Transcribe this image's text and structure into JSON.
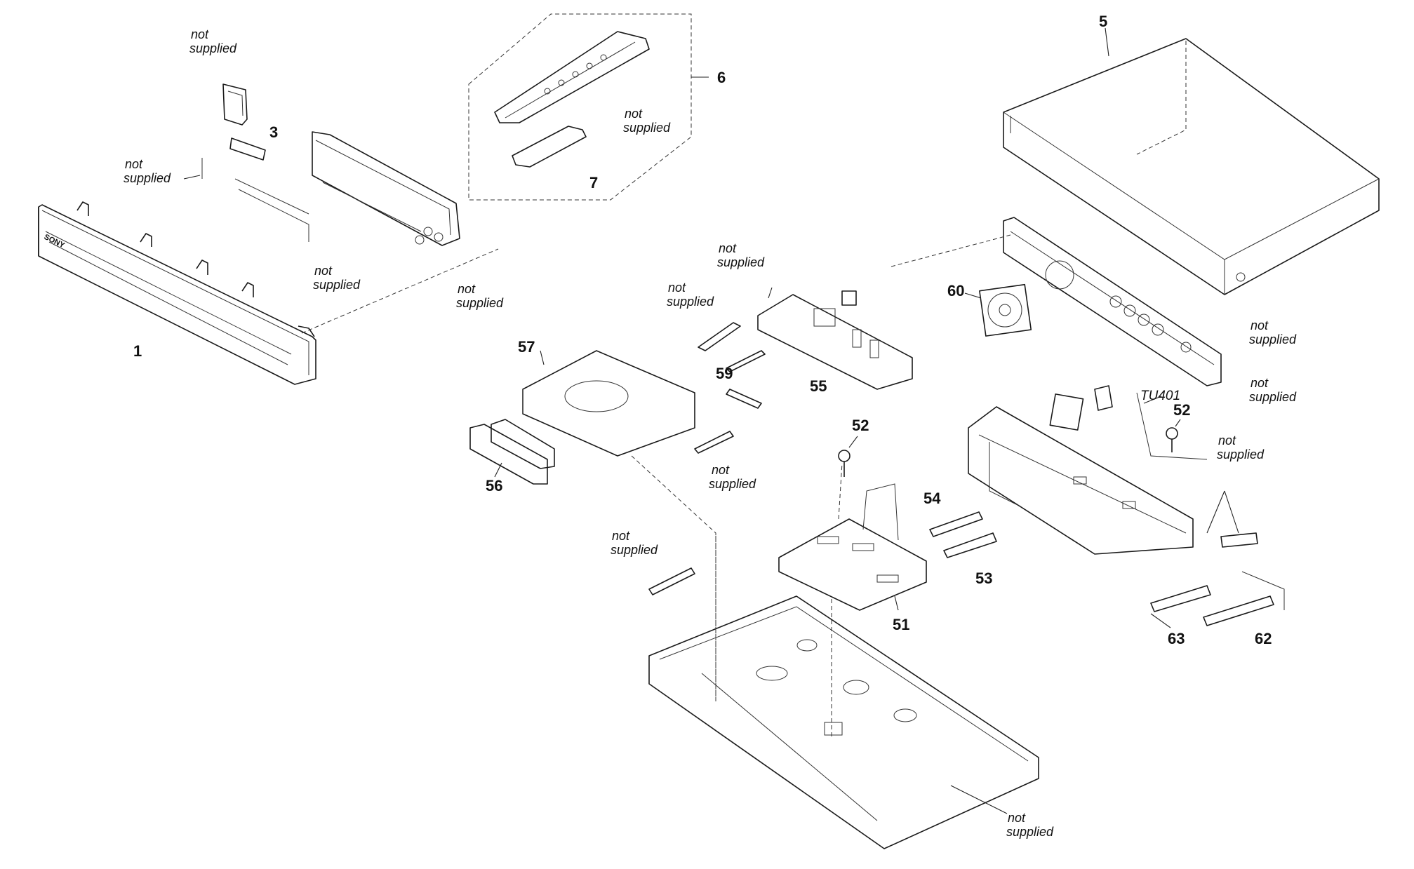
{
  "diagram": {
    "callouts": [
      {
        "id": "c1",
        "text": "1"
      },
      {
        "id": "c3",
        "text": "3"
      },
      {
        "id": "c5",
        "text": "5"
      },
      {
        "id": "c6",
        "text": "6"
      },
      {
        "id": "c7",
        "text": "7"
      },
      {
        "id": "c51",
        "text": "51"
      },
      {
        "id": "c52a",
        "text": "52"
      },
      {
        "id": "c52b",
        "text": "52"
      },
      {
        "id": "c53",
        "text": "53"
      },
      {
        "id": "c54",
        "text": "54"
      },
      {
        "id": "c55",
        "text": "55"
      },
      {
        "id": "c56",
        "text": "56"
      },
      {
        "id": "c57",
        "text": "57"
      },
      {
        "id": "c59",
        "text": "59"
      },
      {
        "id": "c60",
        "text": "60"
      },
      {
        "id": "c62",
        "text": "62"
      },
      {
        "id": "c63",
        "text": "63"
      },
      {
        "id": "tu401",
        "text": "TU401"
      }
    ],
    "notes": [
      {
        "id": "n1",
        "line1": "not",
        "line2": "supplied"
      },
      {
        "id": "n2",
        "line1": "not",
        "line2": "supplied"
      },
      {
        "id": "n3",
        "line1": "not",
        "line2": "supplied"
      },
      {
        "id": "n4",
        "line1": "not",
        "line2": "supplied"
      },
      {
        "id": "n5",
        "line1": "not",
        "line2": "supplied"
      },
      {
        "id": "n6",
        "line1": "not",
        "line2": "supplied"
      },
      {
        "id": "n7",
        "line1": "not",
        "line2": "supplied"
      },
      {
        "id": "n8",
        "line1": "not",
        "line2": "supplied"
      },
      {
        "id": "n9",
        "line1": "not",
        "line2": "supplied"
      },
      {
        "id": "n10",
        "line1": "not",
        "line2": "supplied"
      },
      {
        "id": "n11",
        "line1": "not",
        "line2": "supplied"
      },
      {
        "id": "n12",
        "line1": "not",
        "line2": "supplied"
      },
      {
        "id": "n13",
        "line1": "not",
        "line2": "supplied"
      }
    ],
    "front_panel_logo": "SONY"
  }
}
